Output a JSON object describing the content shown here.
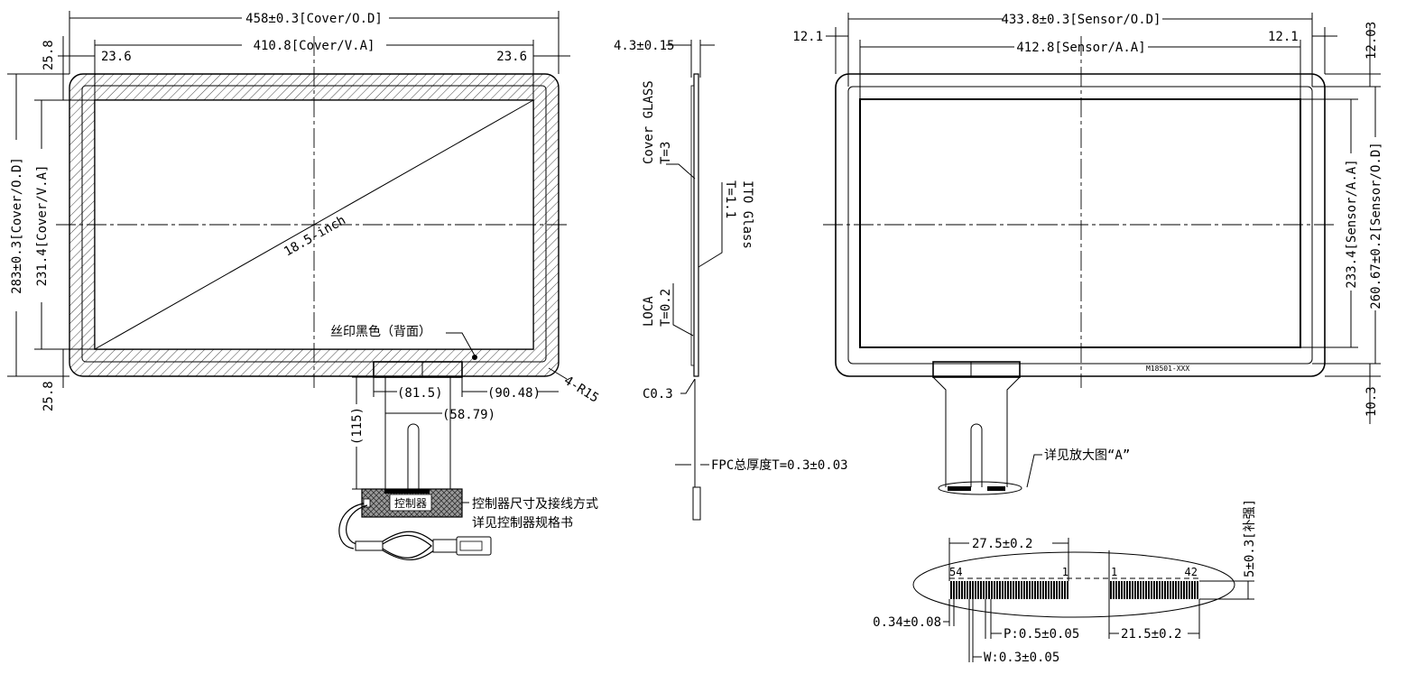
{
  "colors": {
    "ink": "#000000",
    "paper": "#ffffff",
    "hatch": "#444444",
    "controller_fill": "#555555"
  },
  "front_view": {
    "cover_width": "458±0.3[Cover/O.D]",
    "va_width": "410.8[Cover/V.A]",
    "left_margin": "23.6",
    "right_margin": "23.6",
    "cover_height": "283±0.3[Cover/O.D]",
    "va_height": "231.4[Cover/V.A]",
    "top_margin": "25.8",
    "bottom_margin": "25.8",
    "diagonal": "18.5-inch",
    "print_note": "丝印黑色（背面）",
    "corner_radius": "4-R15",
    "fpc_offset_a": "(81.5)",
    "fpc_offset_b": "(90.48)",
    "fpc_width": "(58.79)",
    "fpc_length": "(115)",
    "controller_label": "控制器",
    "controller_note_1": "控制器尺寸及接线方式",
    "controller_note_2": "详见控制器规格书"
  },
  "side_view": {
    "total_thickness": "4.3±0.15",
    "cover_glass": "Cover GLASS",
    "cover_thickness": "T=3",
    "ito_glass": "ITO Glass",
    "ito_thickness": "T=1.1",
    "loca": "LOCA",
    "loca_thickness": "T=0.2",
    "chamfer": "C0.3",
    "fpc_thickness": "FPC总厚度T=0.3±0.03"
  },
  "sensor_view": {
    "sensor_width": "433.8±0.3[Sensor/O.D]",
    "aa_width": "412.8[Sensor/A.A]",
    "left_margin": "12.1",
    "right_margin": "12.1",
    "top_margin": "12.03",
    "aa_height": "233.4[Sensor/A.A]",
    "sensor_height": "260.67±0.2[Sensor/O.D]",
    "bottom_margin": "10.3",
    "part_number": "M18501-XXX",
    "detail_note": "详见放大图“A”"
  },
  "detail_a": {
    "left_group_width": "27.5±0.2",
    "pin_left_start": "54",
    "pin_left_end": "1",
    "pin_right_start": "1",
    "pin_right_end": "42",
    "stiffener": "5±0.3[补强]",
    "edge_offset": "0.34±0.08",
    "pitch": "P:0.5±0.05",
    "pin_width": "W:0.3±0.05",
    "right_group_width": "21.5±0.2"
  }
}
